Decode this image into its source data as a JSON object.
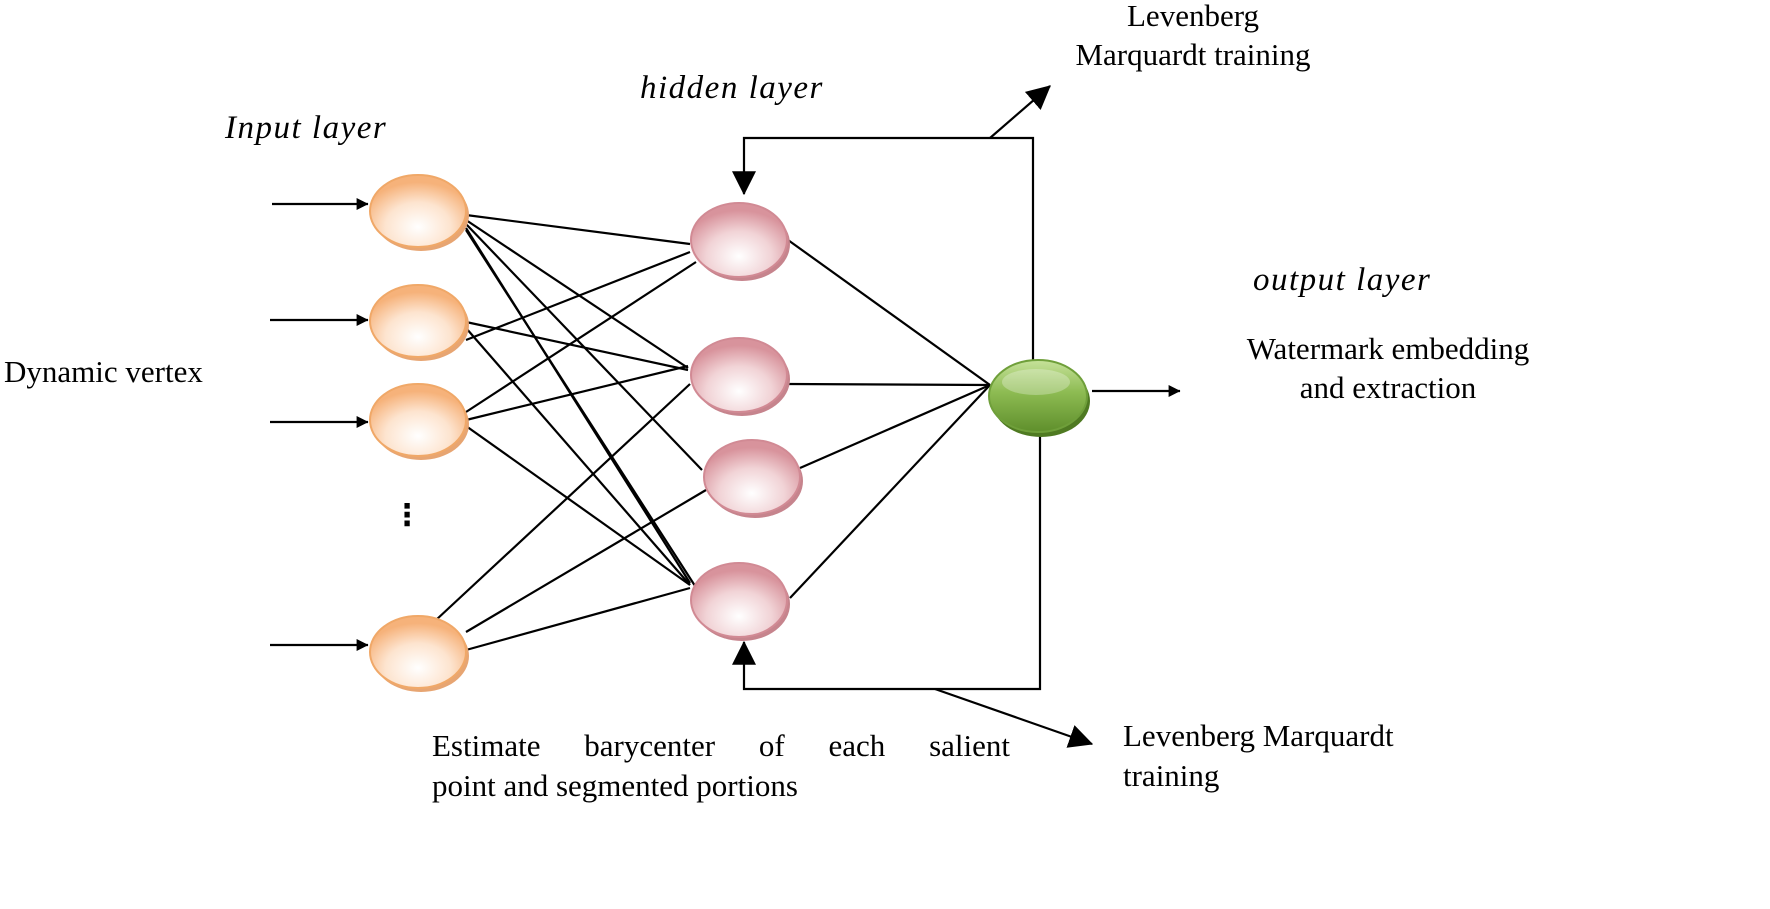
{
  "labels": {
    "input_layer": "Input layer",
    "hidden_layer": "hidden layer",
    "output_layer": "output layer",
    "dynamic_vertex": "Dynamic vertex",
    "lm_top_line1": "Levenberg",
    "lm_top_line2": "Marquardt training",
    "output_line1": "Watermark embedding",
    "output_line2": "and extraction",
    "estimate_line1_words": [
      "Estimate",
      "barycenter",
      "of",
      "each",
      "salient"
    ],
    "estimate_line2": "point and segmented portions",
    "lm_bottom_line1": "Levenberg Marquardt",
    "lm_bottom_line2": "training",
    "ellipsis": "⋮"
  },
  "colors": {
    "input_node": "#f9c08e",
    "hidden_node": "#dea0a8",
    "output_node": "#86b34a",
    "line": "#000000"
  },
  "nodes": {
    "input_count_shown": 4,
    "hidden_count": 4,
    "output_count": 1
  }
}
